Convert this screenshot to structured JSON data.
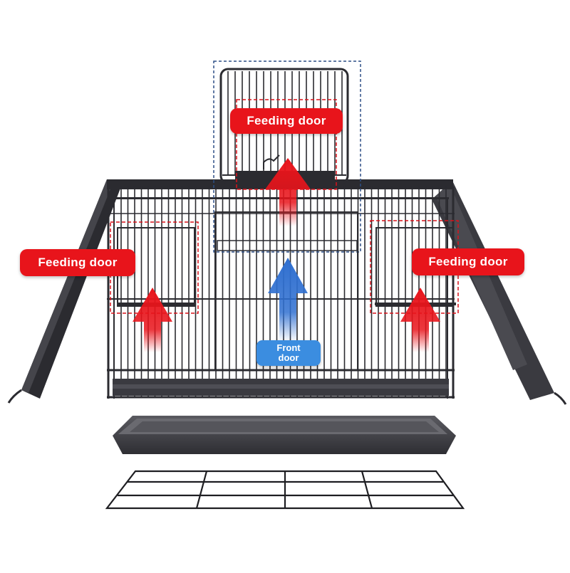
{
  "labels": {
    "top": "Feeding door",
    "left": "Feeding door",
    "right": "Feeding door",
    "front": "Front\ndoor"
  },
  "colors": {
    "cage_wire": "#2b2b30",
    "tray": "#3c3c42",
    "red_accent": "#e8141b",
    "blue_accent": "#2f6fd0",
    "dashed_red": "#d9121a",
    "dashed_blue": "#2d4f86"
  },
  "icons": [
    "arrow-up-red-icon",
    "arrow-up-blue-icon"
  ]
}
